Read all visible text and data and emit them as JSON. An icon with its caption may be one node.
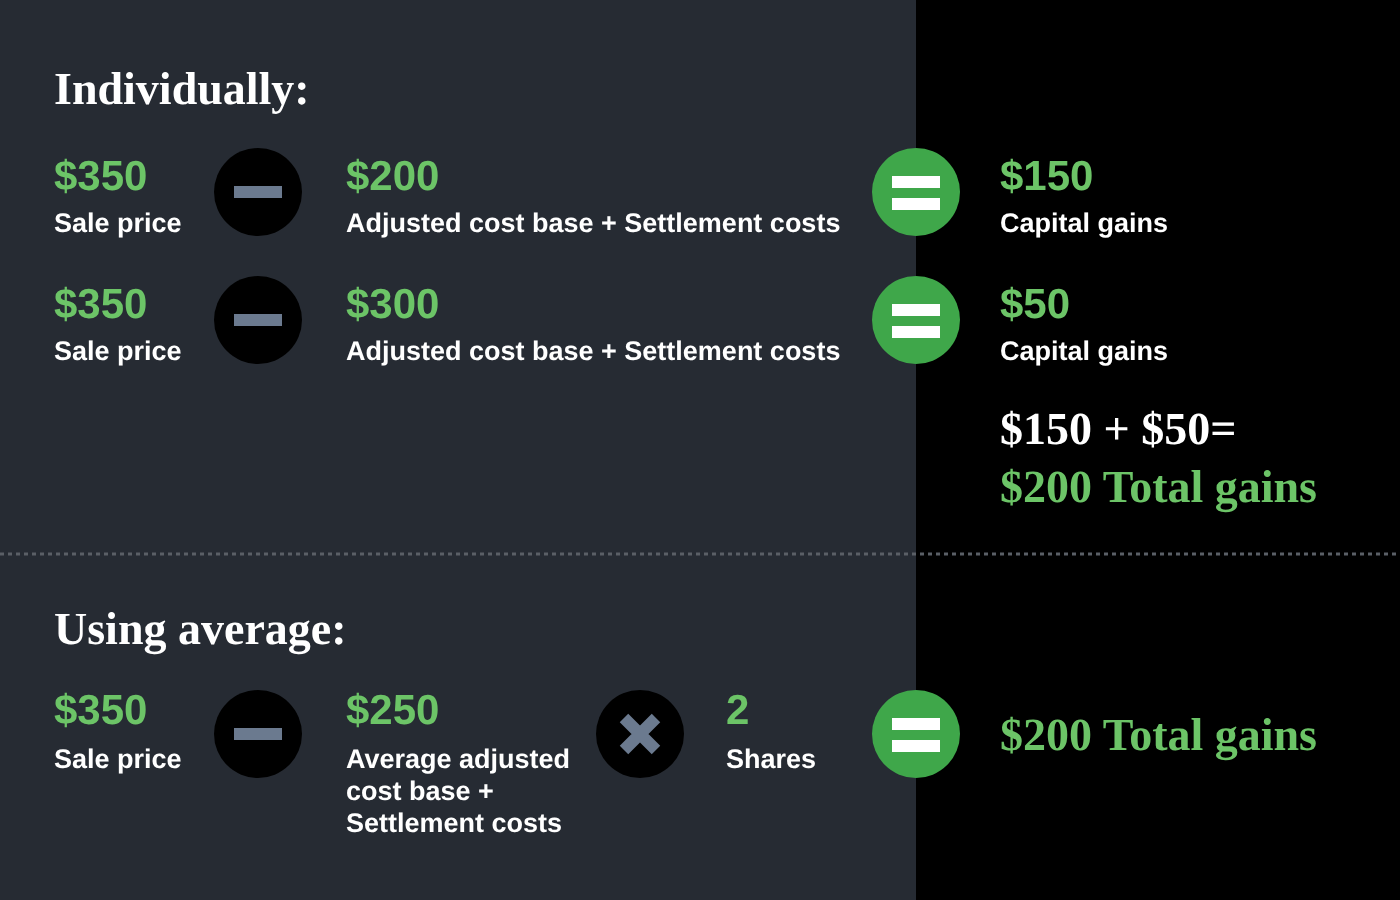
{
  "diagram": {
    "labels": [
      "Individually:",
      "$350",
      "Sale price",
      "$200",
      "Adjusted cost base + Settlement costs",
      "$150",
      "Capital gains",
      "$350",
      "Sale price",
      "$300",
      "Adjusted cost base + Settlement costs",
      "$50",
      "Capital gains",
      "$150 + $50=",
      "$200 Total gains",
      "Using average:",
      "$350",
      "Sale price",
      "$250",
      "Average adjusted cost base + Settlement costs",
      "2",
      "Shares",
      "$200 Total gains"
    ]
  }
}
